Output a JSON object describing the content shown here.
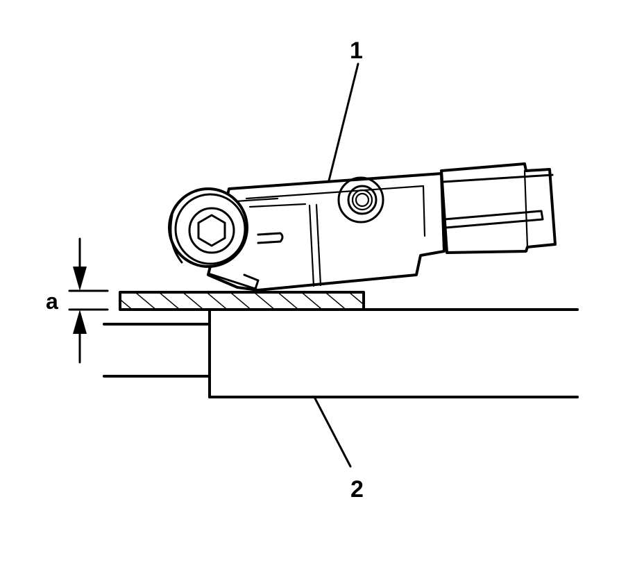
{
  "figure": {
    "callouts": [
      {
        "id": "1",
        "label": "1"
      },
      {
        "id": "2",
        "label": "2"
      }
    ],
    "dimension": {
      "label": "a"
    },
    "colors": {
      "line": "#000000",
      "background": "#ffffff"
    }
  }
}
